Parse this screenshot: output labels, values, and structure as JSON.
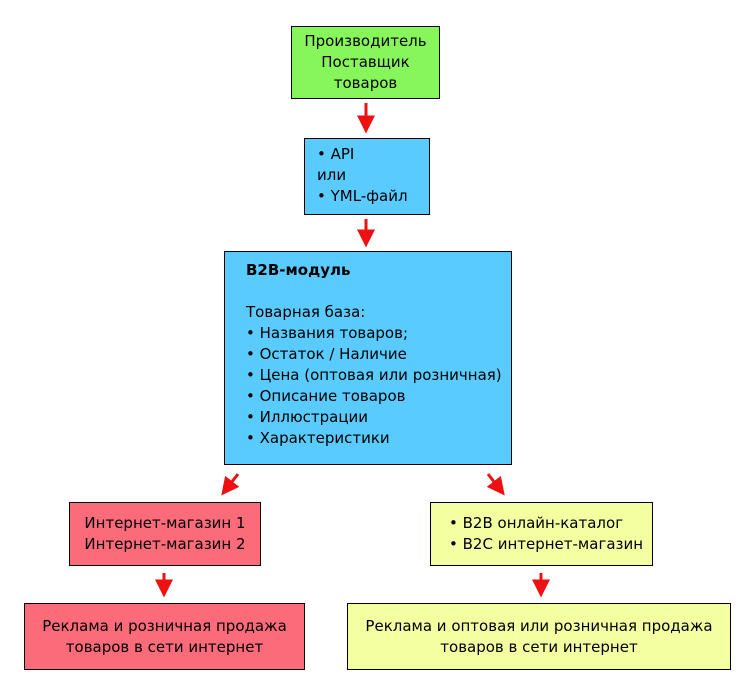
{
  "colors": {
    "green": "#87f65b",
    "blue": "#59cbff",
    "red": "#fc6b7a",
    "yellow": "#f4ffa2",
    "arrow": "#ee1111"
  },
  "producer": {
    "lines": [
      "Производитель",
      "Поставщик",
      "товаров"
    ]
  },
  "api_box": {
    "item1": "API",
    "connector": "или",
    "item2": "YML-файл"
  },
  "b2b_module": {
    "title": "B2B-модуль",
    "subtitle": "Товарная база:",
    "items": [
      "Названия товаров;",
      "Остаток / Наличие",
      "Цена (оптовая или розничная)",
      "Описание товаров",
      "Иллюстрации",
      "Характеристики"
    ]
  },
  "shops": {
    "lines": [
      "Интернет-магазин 1",
      "Интернет-магазин 2"
    ]
  },
  "catalogs": {
    "items": [
      "B2B онлайн-каталог",
      "B2C интернет-магазин"
    ]
  },
  "retail_ads": {
    "lines": [
      "Реклама и розничная продажа",
      "товаров в сети интернет"
    ]
  },
  "wholesale_ads": {
    "lines": [
      "Реклама и оптовая или розничная продажа",
      "товаров в сети интернет"
    ]
  }
}
